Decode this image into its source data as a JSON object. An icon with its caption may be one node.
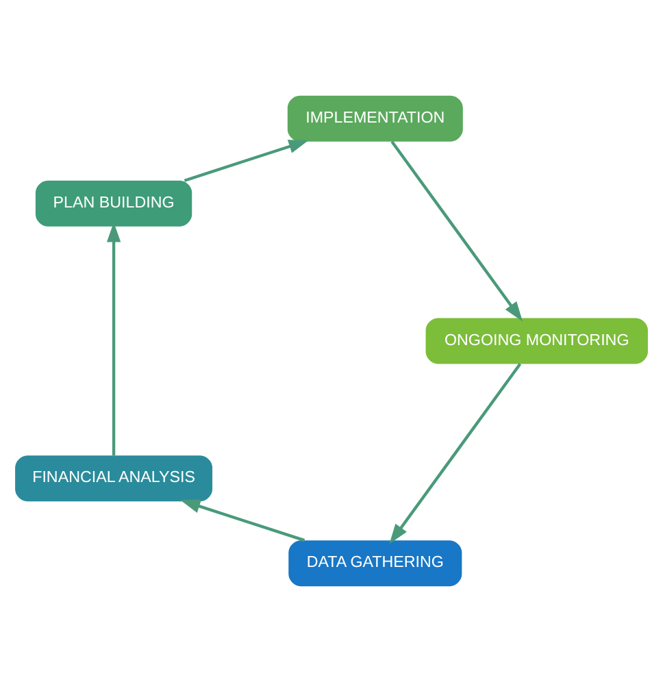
{
  "diagram": {
    "nodes": [
      {
        "text": [
          "DATA GATHERING"
        ]
      },
      {
        "text": [
          "FINANCIAL ANALYSIS"
        ]
      },
      {
        "text": [
          "PLAN BUILDING"
        ]
      },
      {
        "text": [
          "IMPLEMENTATION"
        ]
      },
      {
        "text": [
          "ONGOING MONITORING"
        ]
      }
    ],
    "edges": [
      {
        "from": 0,
        "to": 1,
        "arrow": "to"
      },
      {
        "from": 1,
        "to": 2,
        "arrow": "to"
      },
      {
        "from": 2,
        "to": 3,
        "arrow": "to"
      },
      {
        "from": 3,
        "to": 4,
        "arrow": "to"
      },
      {
        "from": 4,
        "to": 0,
        "arrow": "to"
      }
    ]
  }
}
